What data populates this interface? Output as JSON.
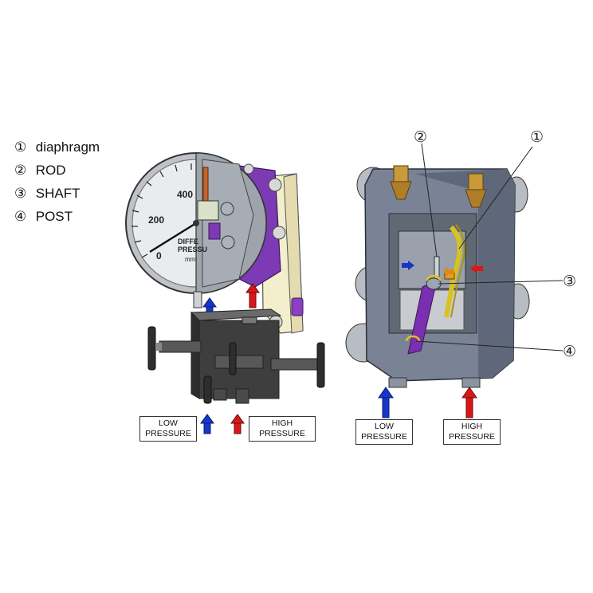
{
  "legend": [
    {
      "num": "①",
      "label": "diaphragm"
    },
    {
      "num": "②",
      "label": "ROD"
    },
    {
      "num": "③",
      "label": "SHAFT"
    },
    {
      "num": "④",
      "label": "POST"
    }
  ],
  "left_figure": {
    "low_pressure": [
      "LOW",
      "PRESSURE"
    ],
    "high_pressure": [
      "HIGH",
      "PRESSURE"
    ],
    "gauge_ticks": [
      "400",
      "200",
      "0"
    ],
    "gauge_face_lines": [
      "DIFFE",
      "PRESSU",
      "mm"
    ]
  },
  "right_figure": {
    "low_pressure": [
      "LOW",
      "PRESSURE"
    ],
    "high_pressure": [
      "HIGH",
      "PRESSURE"
    ],
    "callouts": [
      "②",
      "①",
      "③",
      "④"
    ]
  },
  "colors": {
    "low_arrow": "#1536c8",
    "high_arrow": "#d81818",
    "manifold": "#3e3e3e",
    "body": "#7a8396",
    "purple": "#7a2fb0",
    "brass": "#c99a3a"
  }
}
